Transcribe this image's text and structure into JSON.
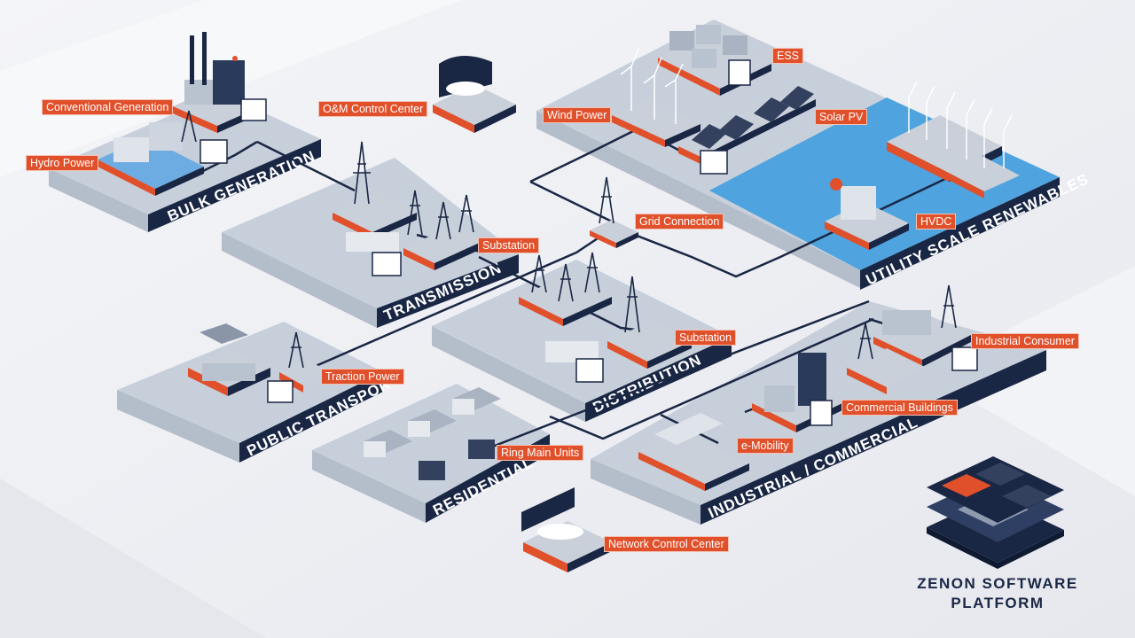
{
  "platforms": {
    "bulk_generation": "BULK GENERATION",
    "transmission": "TRANSMISSION",
    "distribution": "DISTRIBUTION",
    "public_transport": "PUBLIC TRANSPORT",
    "residential": "RESIDENTIAL",
    "industrial_commercial": "INDUSTRIAL / COMMERCIAL",
    "utility_renewables": "UTILITY SCALE RENEWABLES"
  },
  "tags": {
    "conventional_generation": "Conventional Generation",
    "hydro_power": "Hydro Power",
    "om_control_center": "O&M Control Center",
    "wind_power": "Wind Power",
    "ess": "ESS",
    "solar_pv": "Solar PV",
    "hvdc": "HVDC",
    "grid_connection": "Grid Connection",
    "substation_transmission": "Substation",
    "substation_distribution": "Substation",
    "traction_power": "Traction Power",
    "industrial_consumer": "Industrial Consumer",
    "commercial_buildings": "Commercial Buildings",
    "e_mobility": "e-Mobility",
    "ring_main_units": "Ring Main Units",
    "network_control_center": "Network Control Center"
  },
  "brand": {
    "line1": "ZENON SOFTWARE",
    "line2": "PLATFORM"
  },
  "colors": {
    "navy": "#1a2744",
    "platform_top": "#c7cfdb",
    "accent_orange": "#e0502b",
    "water": "#4fa3df"
  }
}
